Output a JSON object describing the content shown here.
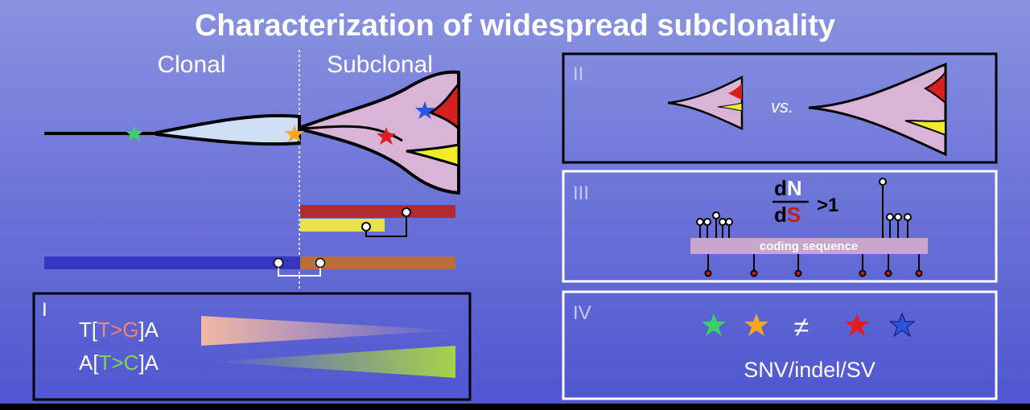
{
  "title": "Characterization of widespread subclonality",
  "phase_labels": {
    "clonal": "Clonal",
    "subclonal": "Subclonal"
  },
  "colors": {
    "trunk": "#000000",
    "clone_fill": "#cfe0f5",
    "subclone_fill": "#d9b4d6",
    "red": "#d62020",
    "yellow": "#f0ec2a",
    "blue_bar": "#3636c2",
    "orange_bar": "#b8703a",
    "red_bar": "#b52a2e",
    "yellow_bar": "#e6e34a",
    "coding_bar": "#c9a6cc",
    "star_green": "#3fcf6a",
    "star_orange": "#f2a824",
    "star_red": "#e31b23",
    "star_blue": "#2a55e0"
  },
  "panel_I": {
    "roman": "I",
    "rows": [
      {
        "prefix": "T[",
        "ref": "T",
        "arrow": ">",
        "alt": "G",
        "suffix": "]A",
        "ramp": "decreasing",
        "ramp_color": "#f2b8a6"
      },
      {
        "prefix": "A[",
        "ref": "T",
        "arrow": ">",
        "alt": "C",
        "suffix": "]A",
        "ramp": "increasing",
        "ramp_color": "#a6d24a"
      }
    ],
    "ref_colors": [
      "#f2856b",
      "#7fd84a"
    ]
  },
  "panel_II": {
    "roman": "II",
    "vs_label": "vs."
  },
  "panel_III": {
    "roman": "III",
    "ratio_numerator": {
      "prefix": "d",
      "letter": "N"
    },
    "ratio_denominator": {
      "prefix": "d",
      "letter": "S"
    },
    "ratio_tail": ">1",
    "coding_label": "coding sequence"
  },
  "panel_IV": {
    "roman": "IV",
    "stars": [
      "star_green",
      "star_orange",
      "neq",
      "star_red",
      "star_blue"
    ],
    "neq_symbol": "≠",
    "caption": "SNV/indel/SV"
  }
}
